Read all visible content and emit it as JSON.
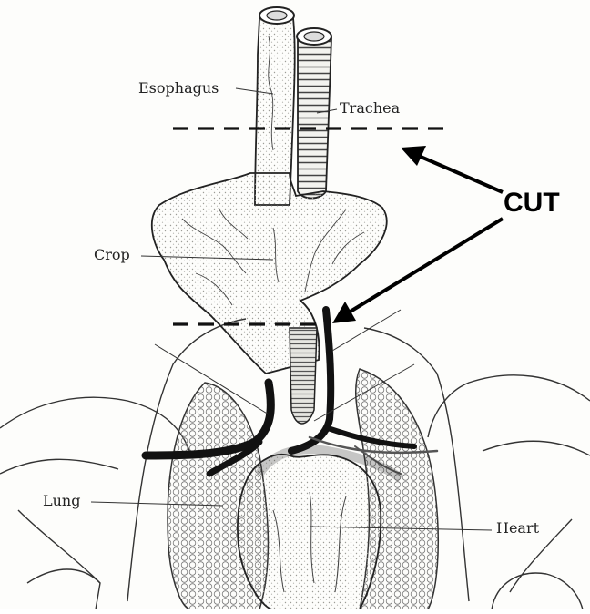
{
  "labels": {
    "esophagus": "Esophagus",
    "trachea": "Trachea",
    "crop": "Crop",
    "lung": "Lung",
    "heart": "Heart"
  },
  "annotation": {
    "cut": "CUT"
  },
  "colors": {
    "ink": "#1a1a1a",
    "paper": "#fdfdfb",
    "stipple": "#b9b9b4"
  }
}
